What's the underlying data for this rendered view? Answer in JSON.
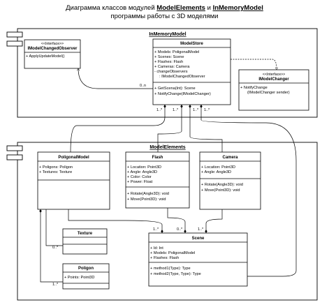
{
  "title": {
    "line1_prefix": "Диаграмма классов модулей ",
    "line1_mod1": "ModelElements",
    "line1_and": " и ",
    "line1_mod2": "InMemoryModel",
    "line2": "программы работы с 3D моделями"
  },
  "packages": {
    "inmemory": {
      "name": "InMemoryModel"
    },
    "elements": {
      "name": "ModelElements"
    }
  },
  "classes": {
    "observer": {
      "stereotype": "<<Interface>>",
      "name": "IModelChangedObserver",
      "methods": [
        "+ ApplyUpdateModel()"
      ]
    },
    "store": {
      "name": "ModelStore",
      "fields": [
        "+ Models: PoligonalModel",
        "+ Scenes: Scene",
        "+ Flashes: Flash",
        "+ Cameras: Camera",
        "- changeObservers",
        ": IModelChangedObserver"
      ],
      "methods": [
        "+ GetScena(Int): Scene",
        "+ NotifyChange(IModelChanger)"
      ]
    },
    "changer": {
      "stereotype": "<<Interface>>",
      "name": "IModelChanger",
      "methods": [
        "+ NotifyChange",
        "(IModelChanger sender)"
      ]
    },
    "poligonal": {
      "name": "PoligonalModel",
      "fields": [
        "+ Poligons: Poligon",
        "+ Textures: Texture"
      ]
    },
    "flash": {
      "name": "Flash",
      "fields": [
        "+ Location: Point3D",
        "+ Angle: Angle3D",
        "+ Color: Color",
        "+ Power: Float"
      ],
      "methods": [
        "+ Rotate(Angle3D): void",
        "+ Move(Point3D): void"
      ]
    },
    "camera": {
      "name": "Camera",
      "fields": [
        "+ Location: Point3D",
        "+ Angle: Angle3D"
      ],
      "methods": [
        "+ Rotate(Angle3D): void",
        "+ Move(Point3D): void"
      ]
    },
    "texture": {
      "name": "Texture"
    },
    "poligon": {
      "name": "Poligon",
      "fields": [
        "+ Points: Point3D"
      ]
    },
    "scene": {
      "name": "Scene",
      "fields": [
        "+ Id: Int",
        "+ Models: PoligonalModel",
        "+ Flashes: Flash"
      ],
      "methods": [
        "+ method1(Type): Type",
        "+ method2(Type, Type): Type"
      ]
    }
  },
  "multiplicities": {
    "observers": "0..n",
    "store_a": "1..*",
    "store_b": "1..*",
    "store_c": "1..*",
    "store_d": "1..*",
    "scene_a": "1..*",
    "scene_b": "0..*",
    "scene_c": "1..*",
    "texture": "0..*",
    "poligon": "1..*"
  },
  "colors": {
    "stroke": "#000000",
    "background": "#ffffff"
  }
}
